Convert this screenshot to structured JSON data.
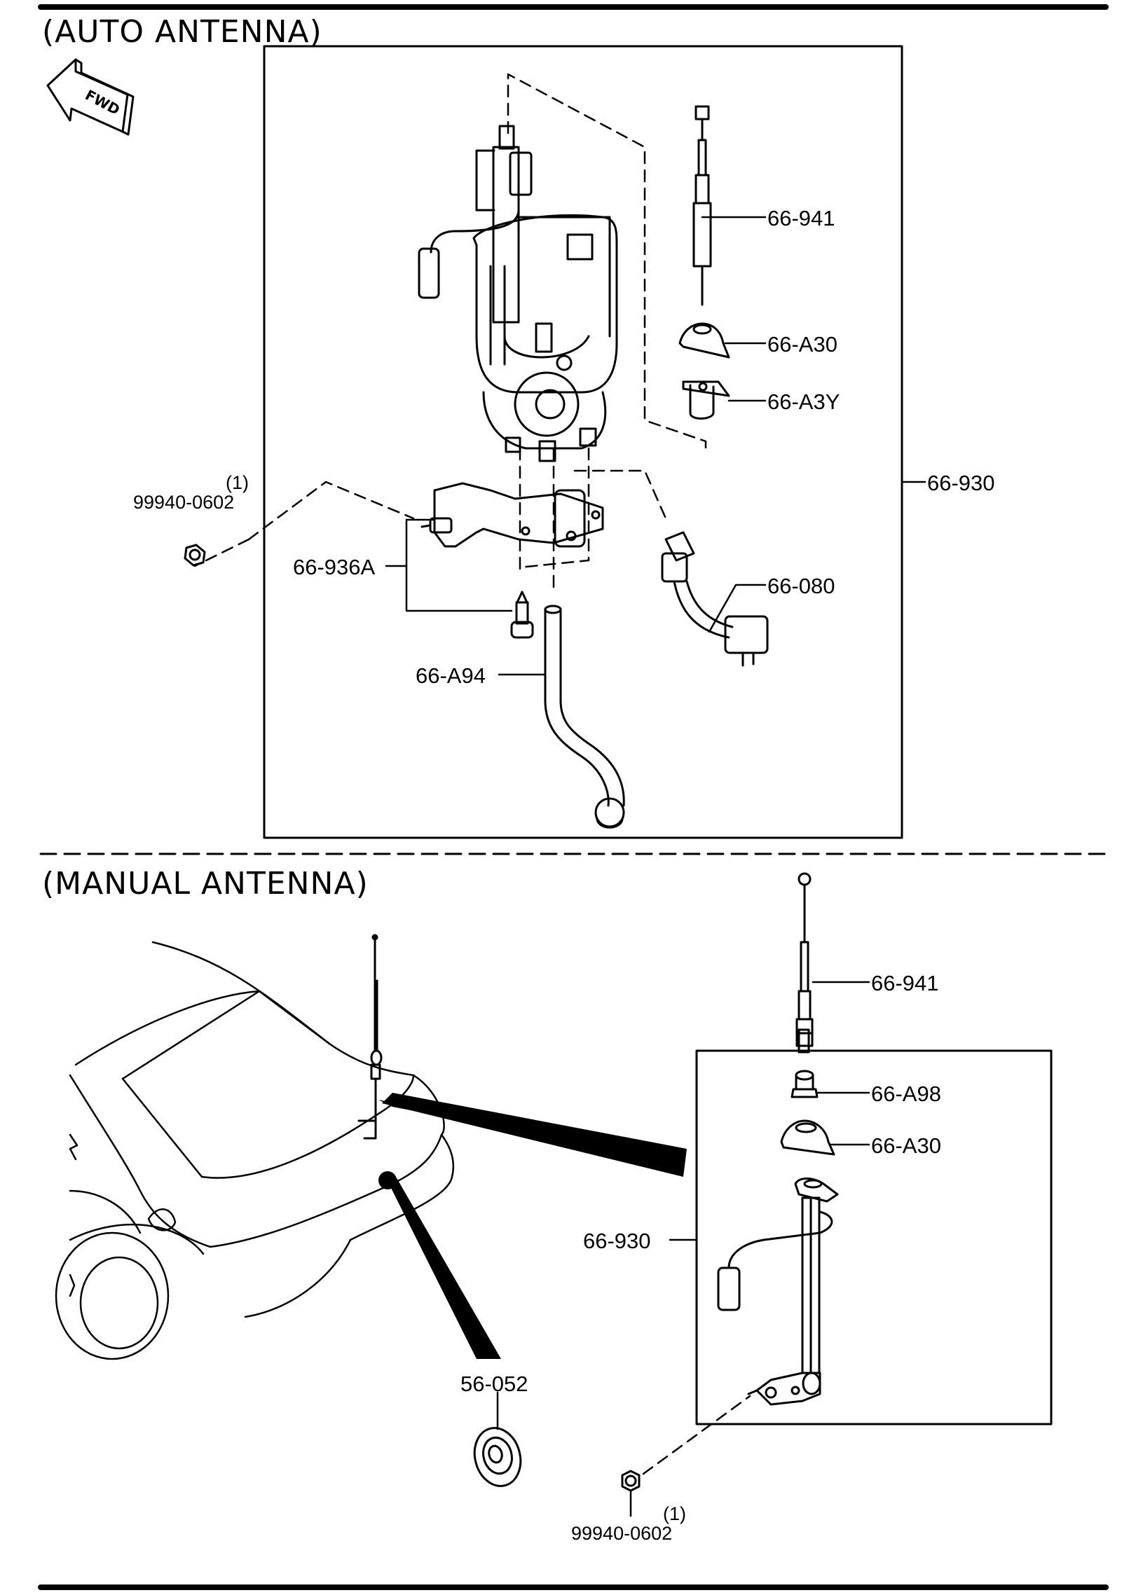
{
  "auto_section": {
    "title": "(AUTO ANTENNA)",
    "fwd_label": "FWD",
    "parts": {
      "mast": "66-941",
      "bezel": "66-A30",
      "holder": "66-A3Y",
      "assembly": "66-930",
      "bracket": "66-936A",
      "harness": "66-080",
      "drain_tube": "66-A94",
      "nut_qty": "(1)",
      "nut": "99940-0602"
    }
  },
  "manual_section": {
    "title": "(MANUAL ANTENNA)",
    "parts": {
      "mast": "66-941",
      "collar": "66-A98",
      "bezel": "66-A30",
      "assembly": "66-930",
      "grommet": "56-052",
      "nut_qty": "(1)",
      "nut": "99940-0602"
    }
  }
}
